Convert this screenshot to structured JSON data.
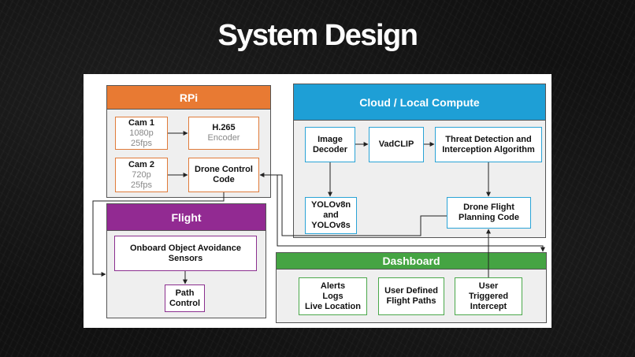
{
  "title": "System Design",
  "rpi": {
    "header": "RPi",
    "cam1": {
      "name": "Cam 1",
      "res": "1080p",
      "fps": "25fps"
    },
    "cam2": {
      "name": "Cam 2",
      "res": "720p",
      "fps": "25fps"
    },
    "encoder": {
      "name": "H.265",
      "sub": "Encoder"
    },
    "drone_control": {
      "line1": "Drone Control",
      "line2": "Code"
    }
  },
  "cloud": {
    "header": "Cloud / Local Compute",
    "image_decoder": {
      "line1": "Image",
      "line2": "Decoder"
    },
    "vadclip": "VadCLIP",
    "threat": {
      "line1": "Threat Detection and",
      "line2": "Interception Algorithm"
    },
    "yolo": {
      "line1": "YOLOv8n",
      "line2": "and",
      "line3": "YOLOv8s"
    },
    "planning": {
      "line1": "Drone Flight",
      "line2": "Planning Code"
    }
  },
  "flight": {
    "header": "Flight",
    "sensors": {
      "line1": "Onboard Object Avoidance",
      "line2": "Sensors"
    },
    "path_control": {
      "line1": "Path",
      "line2": "Control"
    }
  },
  "dashboard": {
    "header": "Dashboard",
    "alerts": {
      "line1": "Alerts",
      "line2": "Logs",
      "line3": "Live Location"
    },
    "user_paths": {
      "line1": "User Defined",
      "line2": "Flight Paths"
    },
    "user_intercept": {
      "line1": "User",
      "line2": "Triggered",
      "line3": "Intercept"
    }
  },
  "colors": {
    "rpi": "#e87a33",
    "cloud": "#1e9fd6",
    "flight": "#922a92",
    "dashboard": "#45a443"
  }
}
